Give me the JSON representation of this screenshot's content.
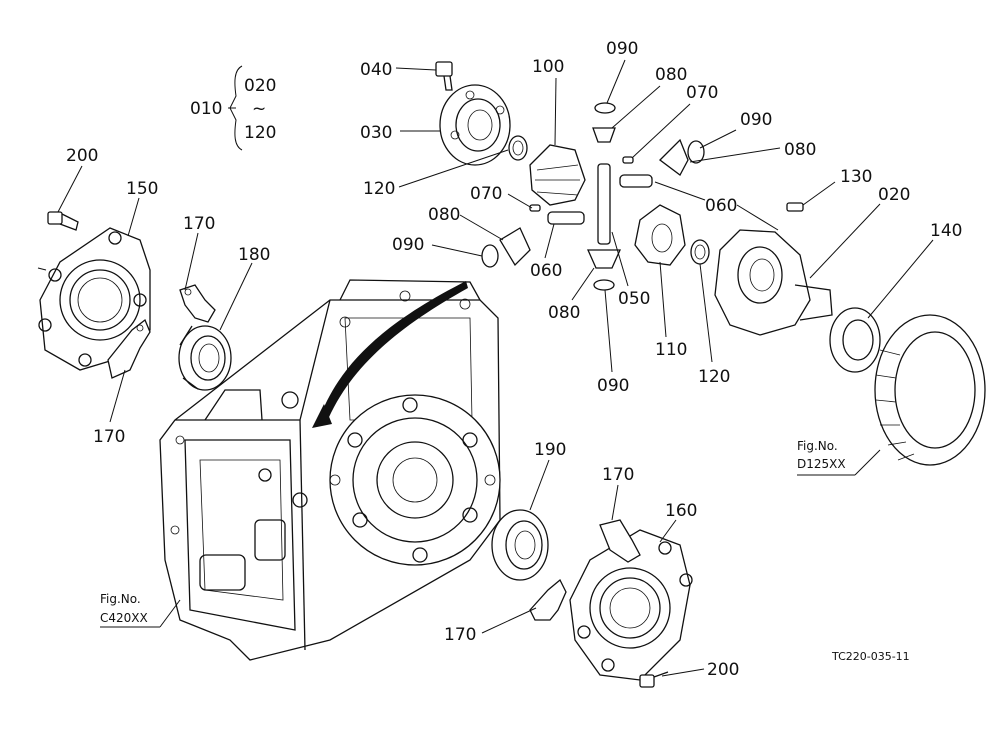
{
  "labels": {
    "p040": "040",
    "p100": "100",
    "p090a": "090",
    "p080a": "080",
    "p070a": "070",
    "p090b": "090",
    "p030": "030",
    "p080b": "080",
    "p120a": "120",
    "p060a": "060",
    "p070b": "070",
    "p130": "130",
    "p020": "020",
    "p080c": "080",
    "p090c": "090",
    "p060b": "060",
    "p140": "140",
    "p080d": "080",
    "p050": "050",
    "p110": "110",
    "p120b": "120",
    "p090d": "090",
    "p200a": "200",
    "p150": "150",
    "p170a": "170",
    "p180": "180",
    "p170b": "170",
    "p190": "190",
    "p170c": "170",
    "p160": "160",
    "p170d": "170",
    "p200b": "200"
  },
  "group": {
    "parent": "010",
    "from": "020",
    "tilde": "~",
    "to": "120"
  },
  "figrefs": {
    "d125_line1": "Fig.No.",
    "d125_line2": "D125XX",
    "c420_line1": "Fig.No.",
    "c420_line2": "C420XX"
  },
  "drawing_code": "TC220-035-11",
  "colors": {
    "ink": "#111111",
    "paper": "#ffffff"
  }
}
